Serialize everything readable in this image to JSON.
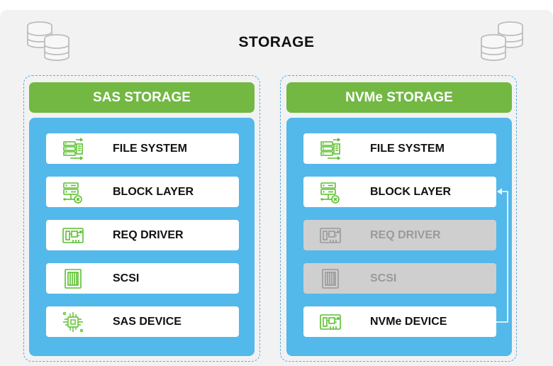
{
  "title": "STORAGE",
  "colors": {
    "background": "#f2f2f2",
    "header_green": "#72b843",
    "body_blue": "#53b8ea",
    "icon_green": "#5bbf2e",
    "disabled_gray": "#cfcfcf"
  },
  "panels": [
    {
      "header": "SAS STORAGE",
      "layers": [
        {
          "label": "FILE SYSTEM",
          "icon": "file-system-icon",
          "enabled": true
        },
        {
          "label": "BLOCK LAYER",
          "icon": "block-layer-icon",
          "enabled": true
        },
        {
          "label": "REQ DRIVER",
          "icon": "driver-card-icon",
          "enabled": true
        },
        {
          "label": "SCSI",
          "icon": "scsi-chip-icon",
          "enabled": true
        },
        {
          "label": "SAS DEVICE",
          "icon": "device-chip-icon",
          "enabled": true
        }
      ]
    },
    {
      "header": "NVMe STORAGE",
      "layers": [
        {
          "label": "FILE SYSTEM",
          "icon": "file-system-icon",
          "enabled": true
        },
        {
          "label": "BLOCK LAYER",
          "icon": "block-layer-icon",
          "enabled": true
        },
        {
          "label": "REQ DRIVER",
          "icon": "driver-card-icon",
          "enabled": false
        },
        {
          "label": "SCSI",
          "icon": "scsi-chip-icon",
          "enabled": false
        },
        {
          "label": "NVMe DEVICE",
          "icon": "driver-card-icon",
          "enabled": true
        }
      ]
    }
  ]
}
